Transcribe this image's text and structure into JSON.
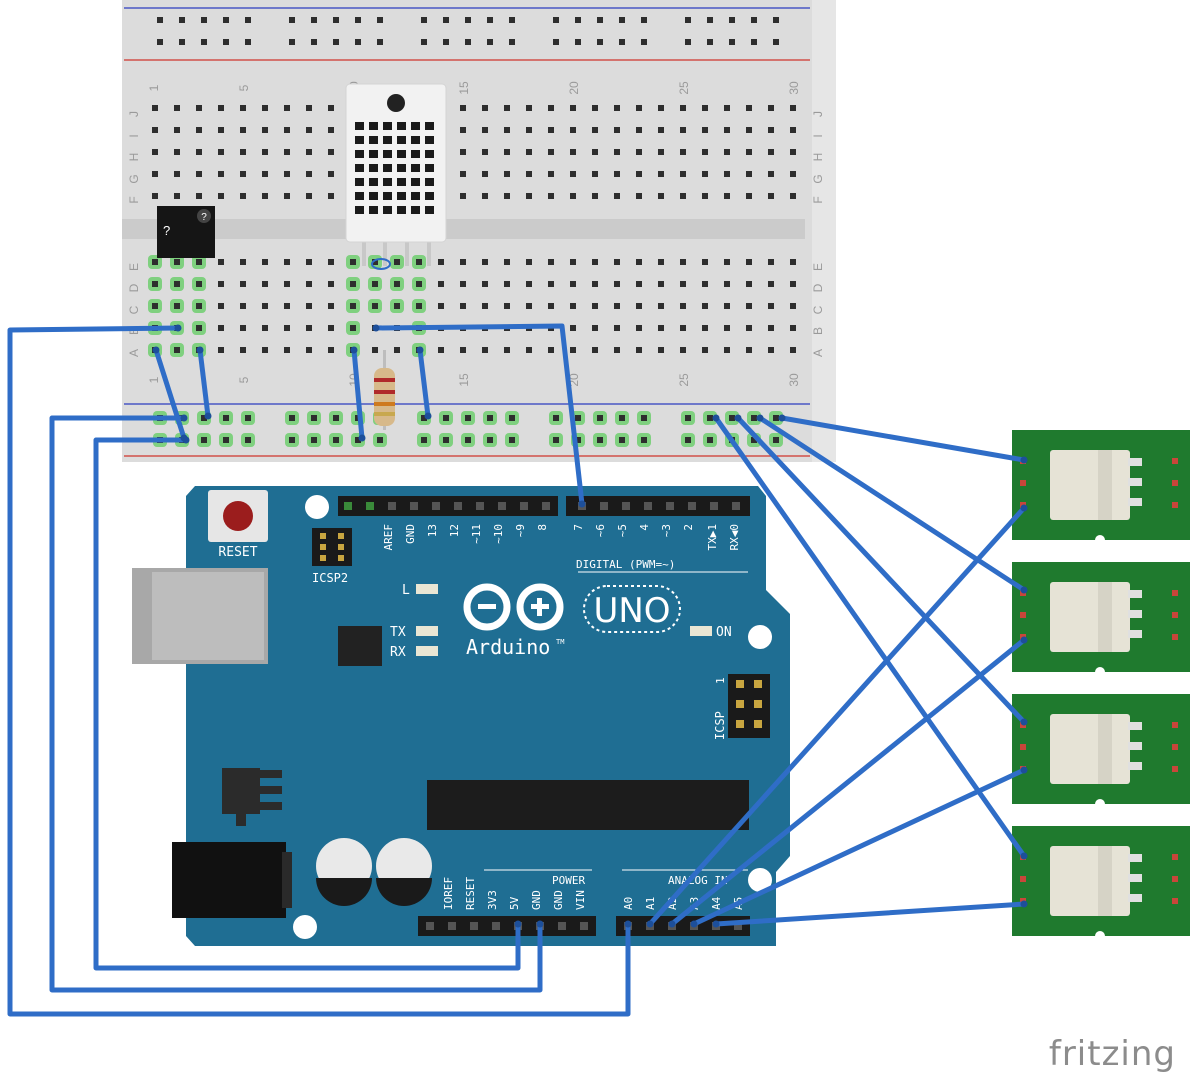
{
  "brand": "fritzing",
  "colors": {
    "breadboard": "#dcdcdc",
    "hole": "#2e2e2e",
    "hole_connected": "#7fd07f",
    "rail_blue": "#2c3dbf",
    "rail_red": "#d0342c",
    "arduino": "#1f6e93",
    "arduino_dark": "#165a78",
    "wire": "#2f6dc7",
    "relay_board": "#1f7a2e",
    "relay_body": "#e6e3d6",
    "sensor": "#f2f2f2"
  },
  "breadboard": {
    "row_labels_left": [
      "J",
      "I",
      "H",
      "G",
      "F",
      "E",
      "D",
      "C",
      "B",
      "A"
    ],
    "column_numbers_top": [
      "1",
      "5",
      "10",
      "15",
      "20",
      "25",
      "30"
    ],
    "column_numbers_bottom": [
      "1",
      "5",
      "10",
      "15",
      "20",
      "25",
      "30"
    ]
  },
  "ir_receiver": {
    "label": "?"
  },
  "arduino": {
    "reset_label": "RESET",
    "icsp2_label": "ICSP2",
    "icsp_label": "ICSP",
    "icsp_pin1": "1",
    "l_label": "L",
    "tx_label": "TX",
    "rx_label": "RX",
    "on_label": "ON",
    "uno_label": "UNO",
    "arduino_label": "Arduino",
    "tm": "TM",
    "digital_label": "DIGITAL (PWM=~)",
    "power_label": "POWER",
    "analog_label": "ANALOG IN",
    "digital_pins": [
      "AREF",
      "GND",
      "13",
      "12",
      "~11",
      "~10",
      "~9",
      "8",
      "7",
      "~6",
      "~5",
      "4",
      "~3",
      "2",
      "TX▶1",
      "RX◀0"
    ],
    "power_pins": [
      "IOREF",
      "RESET",
      "3V3",
      "5V",
      "GND",
      "GND",
      "VIN"
    ],
    "analog_pins": [
      "A0",
      "A1",
      "A2",
      "A3",
      "A4",
      "A5"
    ]
  },
  "relays": [
    {
      "id": "relay-1"
    },
    {
      "id": "relay-2"
    },
    {
      "id": "relay-3"
    },
    {
      "id": "relay-4"
    }
  ]
}
